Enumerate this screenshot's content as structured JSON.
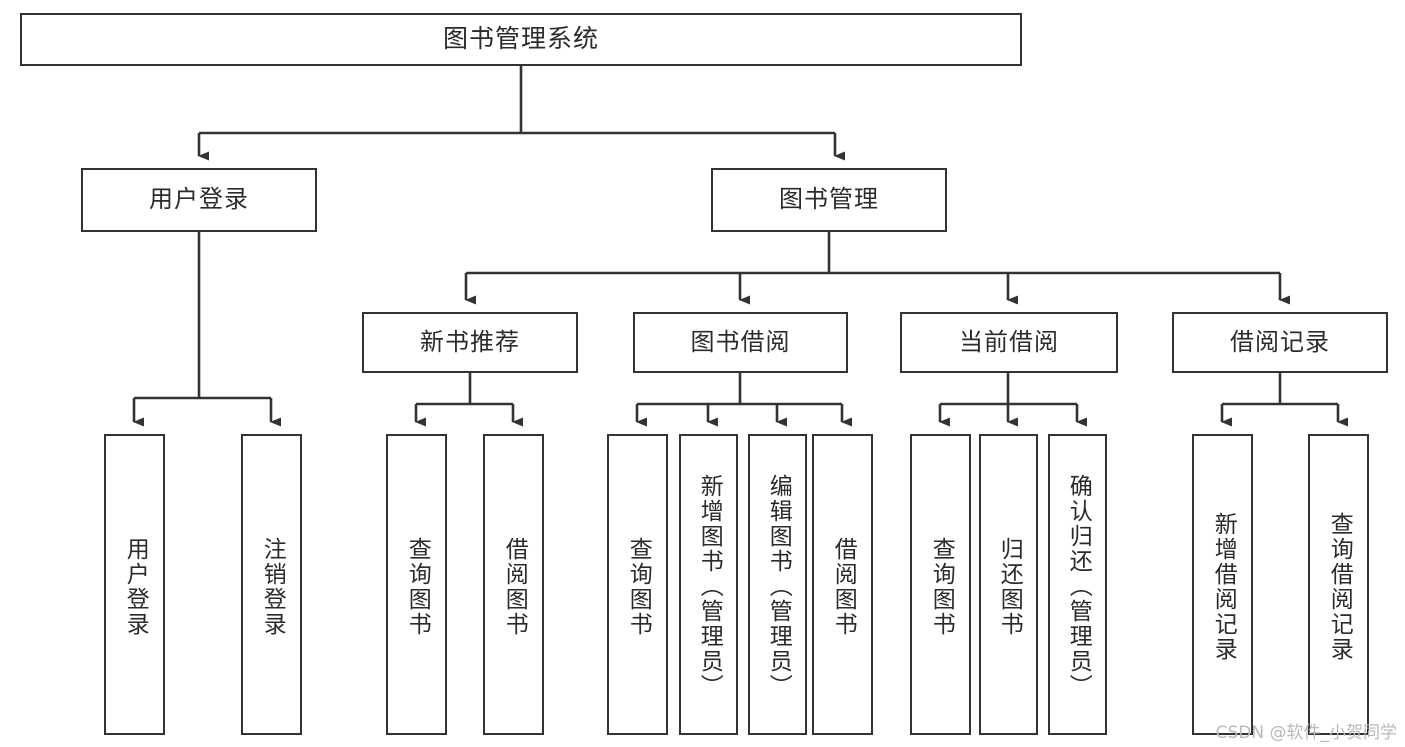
{
  "diagram": {
    "title": "图书管理系统",
    "type": "tree",
    "root": {
      "label": "图书管理系统"
    },
    "level2": [
      {
        "label": "用户登录"
      },
      {
        "label": "图书管理"
      }
    ],
    "level3": [
      {
        "label": "新书推荐"
      },
      {
        "label": "图书借阅"
      },
      {
        "label": "当前借阅"
      },
      {
        "label": "借阅记录"
      }
    ],
    "leaves": {
      "user_login": [
        {
          "label": "用户登录"
        },
        {
          "label": "注销登录"
        }
      ],
      "new_book_recommend": [
        {
          "label": "查询图书"
        },
        {
          "label": "借阅图书"
        }
      ],
      "book_borrow": [
        {
          "label": "查询图书"
        },
        {
          "label": "新增图书（管理员）"
        },
        {
          "label": "编辑图书（管理员）"
        },
        {
          "label": "借阅图书"
        }
      ],
      "current_borrow": [
        {
          "label": "查询图书"
        },
        {
          "label": "归还图书"
        },
        {
          "label": "确认归还（管理员）"
        }
      ],
      "borrow_record": [
        {
          "label": "新增借阅记录"
        },
        {
          "label": "查询借阅记录"
        }
      ]
    }
  },
  "watermark": {
    "text": "CSDN @软件_小贺同学"
  },
  "colors": {
    "stroke": "#333333",
    "fill": "#ffffff",
    "text": "#2b2b2b",
    "watermark": "#b9b9b9"
  }
}
